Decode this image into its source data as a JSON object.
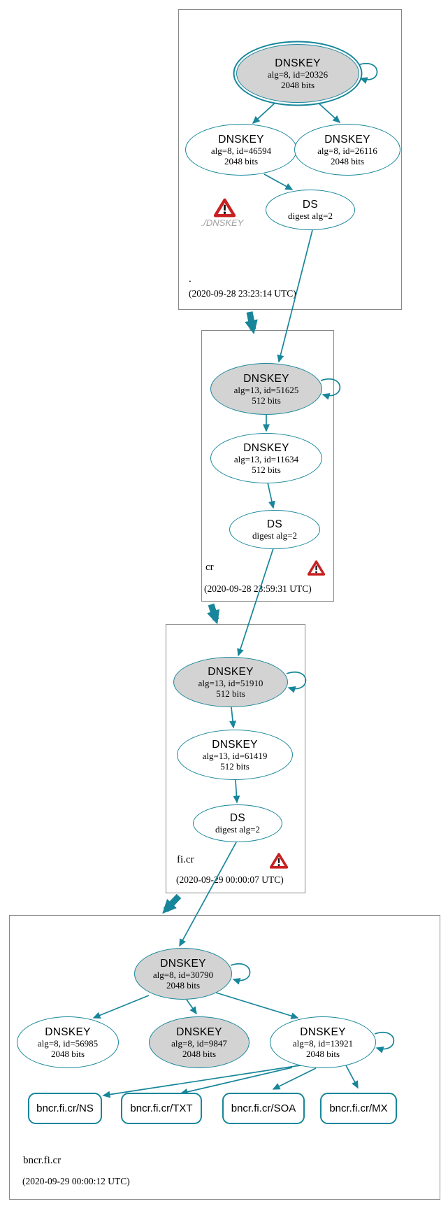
{
  "zones": {
    "root": {
      "label": ".",
      "timestamp": "(2020-09-28 23:23:14 UTC)",
      "warning_label": "./DNSKEY",
      "nodes": {
        "ksk": {
          "type": "DNSKEY",
          "detail": "alg=8, id=20326",
          "size": "2048 bits"
        },
        "zsk_left": {
          "type": "DNSKEY",
          "detail": "alg=8, id=46594",
          "size": "2048 bits"
        },
        "zsk_right": {
          "type": "DNSKEY",
          "detail": "alg=8, id=26116",
          "size": "2048 bits"
        },
        "ds": {
          "type": "DS",
          "detail": "digest alg=2"
        }
      }
    },
    "cr": {
      "label": "cr",
      "timestamp": "(2020-09-28 23:59:31 UTC)",
      "nodes": {
        "ksk": {
          "type": "DNSKEY",
          "detail": "alg=13, id=51625",
          "size": "512 bits"
        },
        "zsk": {
          "type": "DNSKEY",
          "detail": "alg=13, id=11634",
          "size": "512 bits"
        },
        "ds": {
          "type": "DS",
          "detail": "digest alg=2"
        }
      }
    },
    "fi_cr": {
      "label": "fi.cr",
      "timestamp": "(2020-09-29 00:00:07 UTC)",
      "nodes": {
        "ksk": {
          "type": "DNSKEY",
          "detail": "alg=13, id=51910",
          "size": "512 bits"
        },
        "zsk": {
          "type": "DNSKEY",
          "detail": "alg=13, id=61419",
          "size": "512 bits"
        },
        "ds": {
          "type": "DS",
          "detail": "digest alg=2"
        }
      }
    },
    "bncr_fi_cr": {
      "label": "bncr.fi.cr",
      "timestamp": "(2020-09-29 00:00:12 UTC)",
      "nodes": {
        "ksk": {
          "type": "DNSKEY",
          "detail": "alg=8, id=30790",
          "size": "2048 bits"
        },
        "zsk_left": {
          "type": "DNSKEY",
          "detail": "alg=8, id=56985",
          "size": "2048 bits"
        },
        "zsk_mid": {
          "type": "DNSKEY",
          "detail": "alg=8, id=9847",
          "size": "2048 bits"
        },
        "zsk_right": {
          "type": "DNSKEY",
          "detail": "alg=8, id=13921",
          "size": "2048 bits"
        }
      },
      "records": [
        "bncr.fi.cr/NS",
        "bncr.fi.cr/TXT",
        "bncr.fi.cr/SOA",
        "bncr.fi.cr/MX"
      ]
    }
  },
  "colors": {
    "edge_teal": "#17869a",
    "ksk_fill": "#d3d3d3",
    "zsk_fill": "#ffffff",
    "box_border": "#888888",
    "warning_red": "#c82121",
    "muted": "#9e9e9e"
  }
}
